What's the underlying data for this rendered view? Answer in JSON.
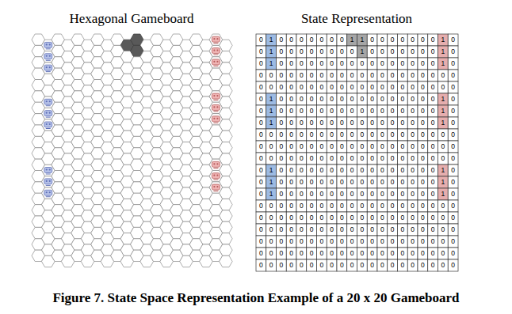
{
  "diagram": {
    "caption": "Figure 7. State Space Representation Example of a 20 x 20 Gameboard",
    "nodes": [
      {
        "text": [
          "Hexagonal Gameboard"
        ]
      },
      {
        "text": [
          "State Representation"
        ]
      }
    ],
    "labels": [
      "0",
      "1",
      "0",
      "0",
      "0",
      "0",
      "0",
      "0",
      "0",
      "1",
      "1",
      "0",
      "0",
      "0",
      "0",
      "0",
      "0",
      "0",
      "1",
      "0",
      "0",
      "1",
      "0",
      "0",
      "0",
      "0",
      "0",
      "0",
      "0",
      "0",
      "1",
      "0",
      "0",
      "0",
      "0",
      "0",
      "0",
      "0",
      "1",
      "0",
      "0",
      "1",
      "0",
      "0",
      "0",
      "0",
      "0",
      "0",
      "0",
      "0",
      "0",
      "0",
      "0",
      "0",
      "0",
      "0",
      "0",
      "0",
      "1",
      "0",
      "0",
      "0",
      "0",
      "0",
      "0",
      "0",
      "0",
      "0",
      "0",
      "0",
      "0",
      "0",
      "0",
      "0",
      "0",
      "0",
      "0",
      "0",
      "0",
      "0",
      "0",
      "0",
      "0",
      "0",
      "0",
      "0",
      "0",
      "0",
      "0",
      "0",
      "0",
      "0",
      "0",
      "0",
      "0",
      "0",
      "0",
      "0",
      "0",
      "0",
      "0",
      "1",
      "0",
      "0",
      "0",
      "0",
      "0",
      "0",
      "0",
      "0",
      "0",
      "0",
      "0",
      "0",
      "0",
      "0",
      "0",
      "0",
      "1",
      "0",
      "0",
      "1",
      "0",
      "0",
      "0",
      "0",
      "0",
      "0",
      "0",
      "0",
      "0",
      "0",
      "0",
      "0",
      "0",
      "0",
      "0",
      "0",
      "1",
      "0",
      "0",
      "1",
      "0",
      "0",
      "0",
      "0",
      "0",
      "0",
      "0",
      "0",
      "0",
      "0",
      "0",
      "0",
      "0",
      "0",
      "0",
      "0",
      "1",
      "0",
      "0",
      "0",
      "0",
      "0",
      "0",
      "0",
      "0",
      "0",
      "0",
      "0",
      "0",
      "0",
      "0",
      "0",
      "0",
      "0",
      "0",
      "0",
      "0",
      "0",
      "0",
      "0",
      "0",
      "0",
      "0",
      "0",
      "0",
      "0",
      "0",
      "0",
      "0",
      "0",
      "0",
      "0",
      "0",
      "0",
      "0",
      "0",
      "0",
      "0",
      "0",
      "0",
      "0",
      "0",
      "0",
      "0",
      "0",
      "0",
      "0",
      "0",
      "0",
      "0",
      "0",
      "0",
      "0",
      "0",
      "0",
      "0",
      "0",
      "0",
      "0",
      "1",
      "0",
      "0",
      "0",
      "0",
      "0",
      "0",
      "0",
      "0",
      "0",
      "0",
      "0",
      "0",
      "0",
      "0",
      "0",
      "0",
      "1",
      "0",
      "0",
      "1",
      "0",
      "0",
      "0",
      "0",
      "0",
      "0",
      "0",
      "0",
      "0",
      "0",
      "0",
      "0",
      "0",
      "0",
      "0",
      "0",
      "1",
      "0",
      "0",
      "1",
      "0",
      "0",
      "0",
      "0",
      "0",
      "0",
      "0",
      "0",
      "0",
      "0",
      "0",
      "0",
      "0",
      "0",
      "0",
      "0",
      "1",
      "0",
      "0",
      "0",
      "0",
      "0",
      "0",
      "0",
      "0",
      "0",
      "0",
      "0",
      "0",
      "0",
      "0",
      "0",
      "0",
      "0",
      "0",
      "0",
      "0",
      "0",
      "0",
      "0",
      "0",
      "0",
      "0",
      "0",
      "0",
      "0",
      "0",
      "0",
      "0",
      "0",
      "0",
      "0",
      "0",
      "0",
      "0",
      "0",
      "0",
      "0",
      "0",
      "0",
      "0",
      "0",
      "0",
      "0",
      "0",
      "0",
      "0",
      "0",
      "0",
      "0",
      "0",
      "0",
      "0",
      "0",
      "0",
      "0",
      "0",
      "0",
      "0",
      "0",
      "0",
      "0",
      "0",
      "0",
      "0",
      "0",
      "0",
      "0",
      "0",
      "0",
      "0",
      "0",
      "0",
      "0",
      "0",
      "0",
      "0",
      "0",
      "0",
      "0",
      "0",
      "0",
      "0",
      "0",
      "0",
      "0",
      "0",
      "0",
      "0",
      "0",
      "0",
      "0",
      "0",
      "0",
      "0",
      "0",
      "0",
      "0",
      "0",
      "0",
      "0",
      "0",
      "0",
      "0",
      "0",
      "0",
      "0",
      "0",
      "0",
      "0",
      "0",
      "0",
      "0",
      "0",
      "0",
      "0",
      "0",
      "0"
    ]
  }
}
